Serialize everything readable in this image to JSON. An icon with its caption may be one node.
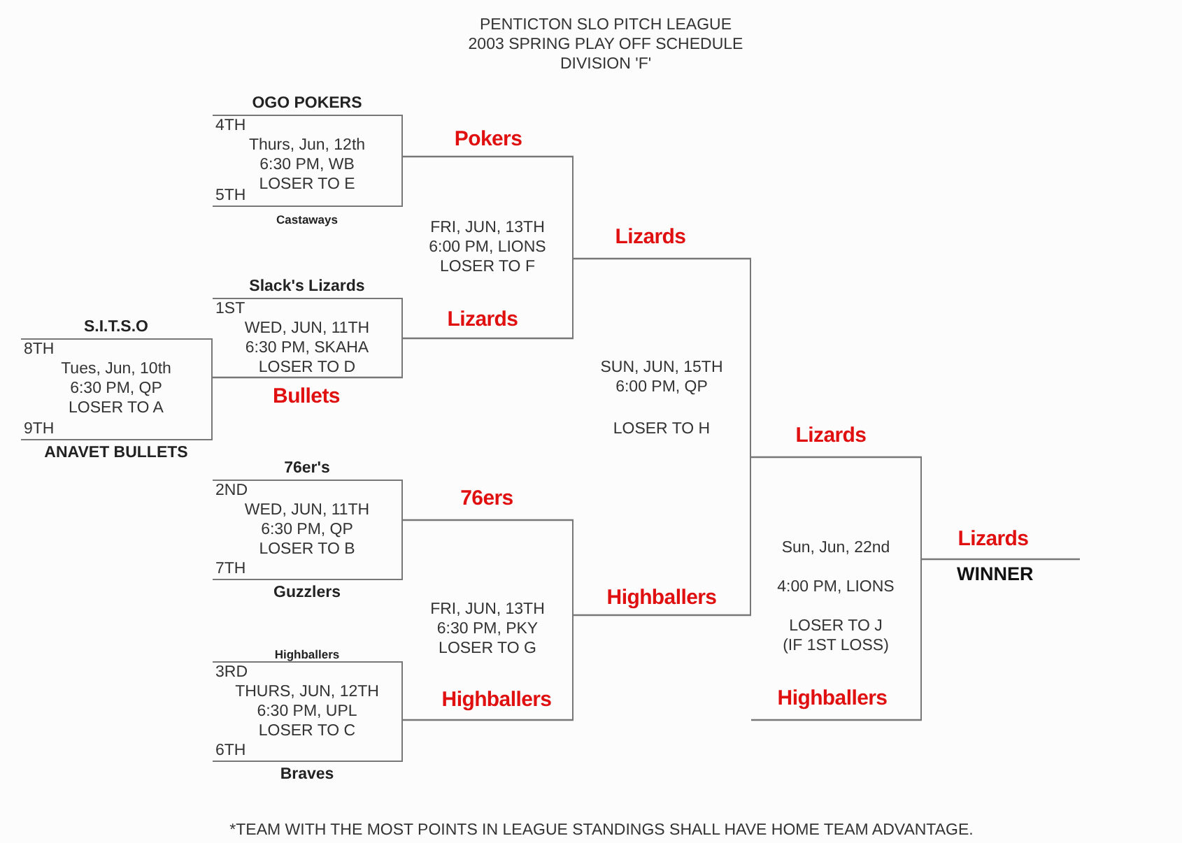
{
  "diagram": {
    "nodes": [
      {
        "text": [
          "OGO POKERS",
          "4TH",
          "Thurs, Jun, 12th",
          "6:30 PM, WB",
          "LOSER TO E",
          "5TH",
          "Castaways"
        ]
      },
      {
        "text": [
          "FRI, JUN, 13TH",
          "6:00 PM, LIONS",
          "LOSER TO F"
        ]
      },
      {
        "text": [
          "Slack's Lizards",
          "1ST",
          "WED, JUN, 11TH",
          "6:30 PM, SKAHA",
          "LOSER TO D"
        ]
      },
      {
        "text": [
          "S.I.T.S.O",
          "8TH",
          "Tues, Jun, 10th",
          "6:30 PM, QP",
          "LOSER TO A",
          "9TH",
          "ANAVET BULLETS"
        ]
      },
      {
        "text": [
          "SUN, JUN, 15TH",
          "6:00 PM, QP",
          "LOSER TO H"
        ]
      },
      {
        "text": [
          "76er's",
          "2ND",
          "WED, JUN, 11TH",
          "6:30 PM, QP",
          "LOSER TO B",
          "7TH",
          "Guzzlers"
        ]
      },
      {
        "text": [
          "FRI, JUN, 13TH",
          "6:30 PM, PKY",
          "LOSER TO G"
        ]
      },
      {
        "text": [
          "Highballers",
          "3RD",
          "THURS, JUN, 12TH",
          "6:30 PM, UPL",
          "LOSER TO C",
          "6TH",
          "Braves"
        ]
      },
      {
        "text": [
          "Sun, Jun, 22nd",
          "4:00 PM, LIONS",
          "LOSER TO J",
          "(IF 1ST LOSS)"
        ]
      },
      {
        "text": [
          "WINNER"
        ]
      }
    ],
    "edges": [
      {
        "from": 0,
        "to": 1,
        "arrow": "none",
        "label": "Pokers"
      },
      {
        "from": 2,
        "to": 1,
        "arrow": "none",
        "label": "Lizards"
      },
      {
        "from": 3,
        "to": 2,
        "arrow": "none",
        "label": "Bullets"
      },
      {
        "from": 1,
        "to": 4,
        "arrow": "none",
        "label": "Lizards"
      },
      {
        "from": 5,
        "to": 6,
        "arrow": "none",
        "label": "76ers"
      },
      {
        "from": 7,
        "to": 6,
        "arrow": "none",
        "label": "Highballers"
      },
      {
        "from": 6,
        "to": 4,
        "arrow": "none",
        "label": "Highballers"
      },
      {
        "from": 4,
        "to": 8,
        "arrow": "none",
        "label": "Lizards"
      },
      {
        "from": null,
        "to": 8,
        "arrow": "none",
        "label": "Highballers"
      },
      {
        "from": 8,
        "to": 9,
        "arrow": "none",
        "label": "Lizards"
      }
    ],
    "labels": [
      "PENTICTON SLO PITCH LEAGUE",
      "2003 SPRING PLAY OFF SCHEDULE",
      "DIVISION 'F'",
      "*TEAM WITH THE MOST POINTS IN LEAGUE STANDINGS SHALL HAVE HOME TEAM ADVANTAGE."
    ]
  }
}
